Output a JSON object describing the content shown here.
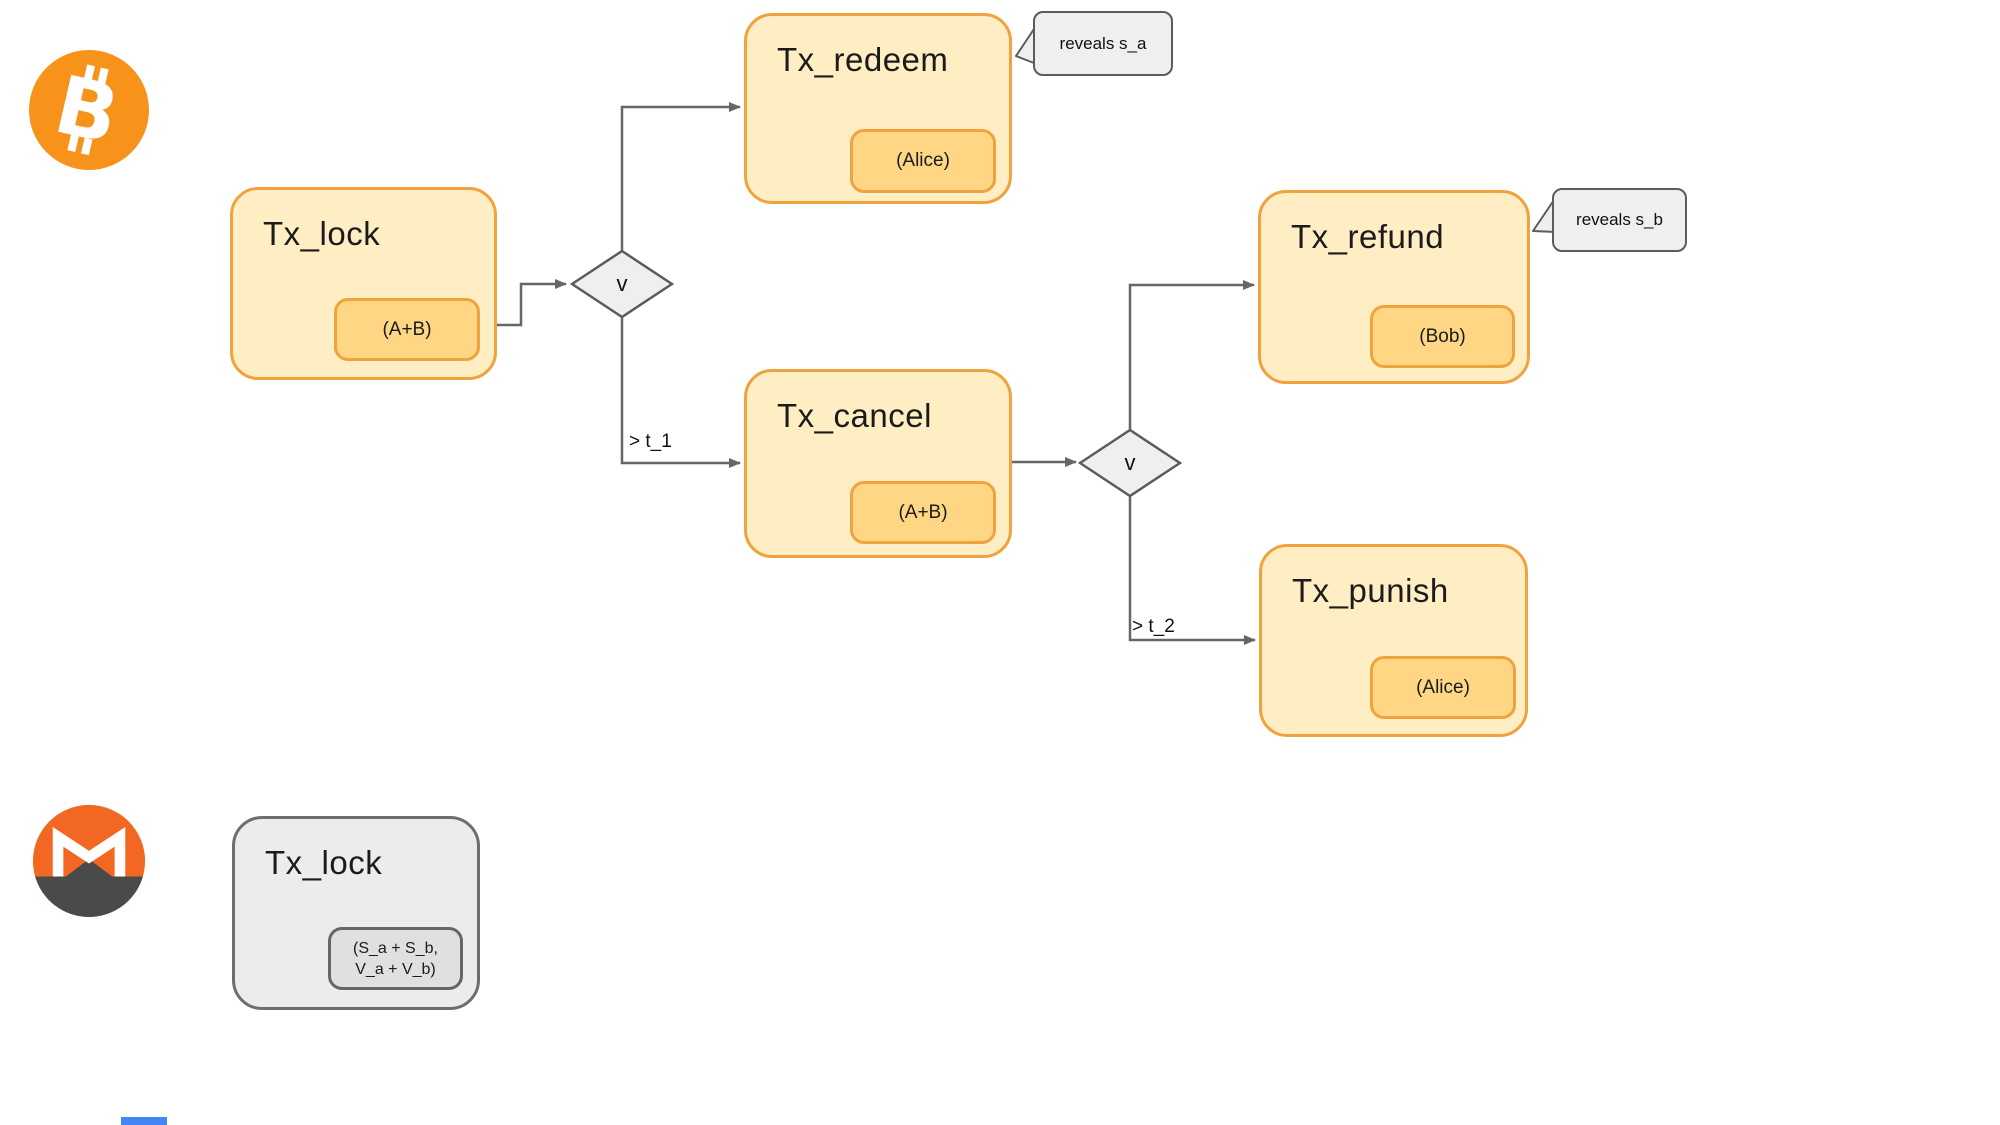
{
  "canvas": {
    "background": "#ffffff"
  },
  "colors": {
    "bitcoin_orange": "#F7931A",
    "monero_orange": "#F26822",
    "monero_gray": "#4A4A4A",
    "node_fill": "#FFEEC3",
    "node_border": "#F0A23E",
    "badge_fill": "#FFD784",
    "gray_fill": "#EFEFEF",
    "gray_border": "#5B5B5B",
    "connector": "#666666",
    "partial_shape_blue": "#4285F4"
  },
  "icons": {
    "bitcoin": "bitcoin-logo",
    "monero": "monero-logo",
    "bitcoin_glyph": "B"
  },
  "bitcoin_chain": {
    "tx_lock": {
      "title": "Tx_lock",
      "signers": "(A+B)"
    },
    "tx_redeem": {
      "title": "Tx_redeem",
      "signers": "(Alice)",
      "callout": "reveals s_a"
    },
    "tx_cancel": {
      "title": "Tx_cancel",
      "signers": "(A+B)"
    },
    "tx_refund": {
      "title": "Tx_refund",
      "signers": "(Bob)",
      "callout": "reveals s_b"
    },
    "tx_punish": {
      "title": "Tx_punish",
      "signers": "(Alice)"
    },
    "gate_1": {
      "label": "v",
      "timeout_label": "> t_1"
    },
    "gate_2": {
      "label": "v",
      "timeout_label": "> t_2"
    }
  },
  "monero_chain": {
    "tx_lock": {
      "title": "Tx_lock",
      "keys_line1": "(S_a + S_b,",
      "keys_line2": "V_a + V_b)"
    }
  }
}
